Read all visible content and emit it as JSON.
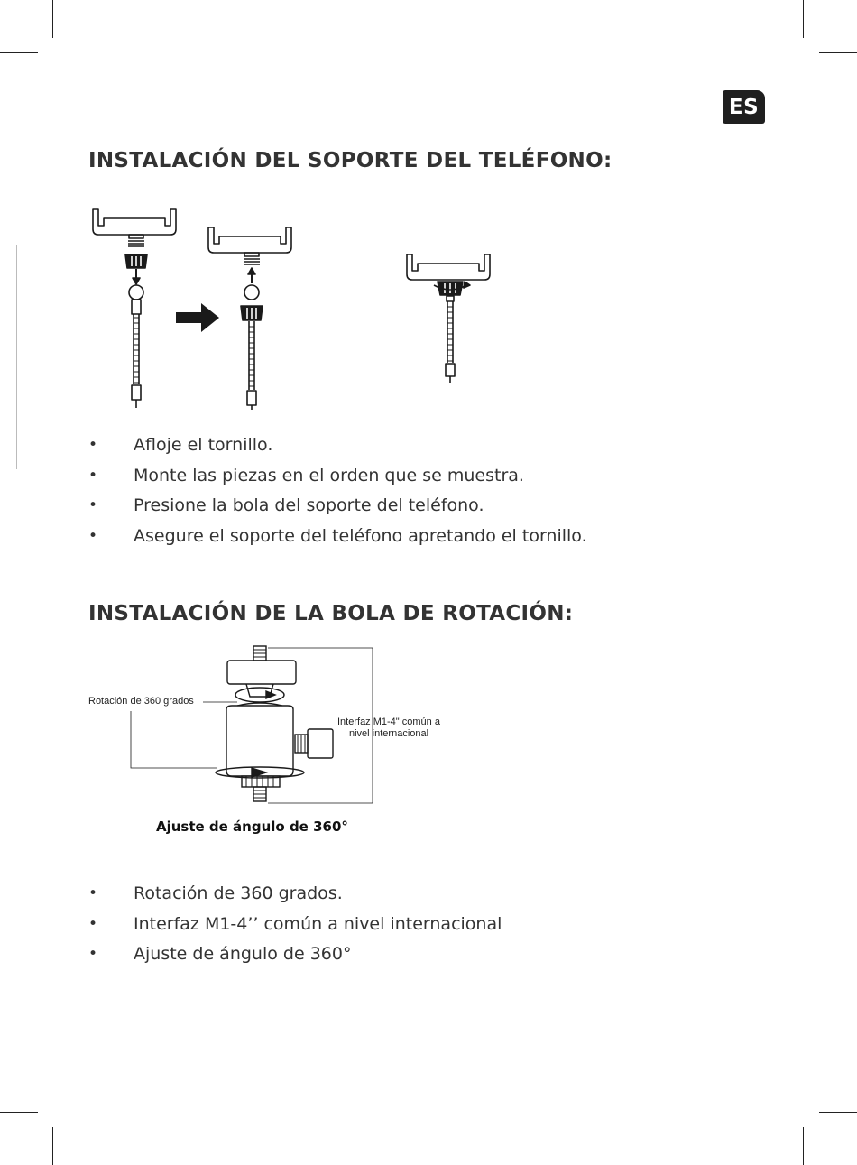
{
  "language_badge": "ES",
  "section1": {
    "title": "INSTALACIÓN DEL SOPORTE DEL TELÉFONO:",
    "steps": [
      "Afloje el tornillo.",
      "Monte las piezas en el orden que se muestra.",
      "Presione la bola del soporte del teléfono.",
      "Asegure el soporte del teléfono apretando el tornillo."
    ]
  },
  "section2": {
    "title": "INSTALACIÓN DE LA BOLA DE ROTACIÓN:",
    "diagram": {
      "label_rotation": "Rotación de 360 grados",
      "label_interface_line1": "Interfaz M1-4\" común a",
      "label_interface_line2": "nivel internacional",
      "caption": "Ajuste de ángulo de 360°"
    },
    "features": [
      "Rotación de 360 grados.",
      "Interfaz M1-4’’ común a nivel internacional",
      "Ajuste de ángulo de 360°"
    ]
  },
  "bullet_symbol": "•"
}
